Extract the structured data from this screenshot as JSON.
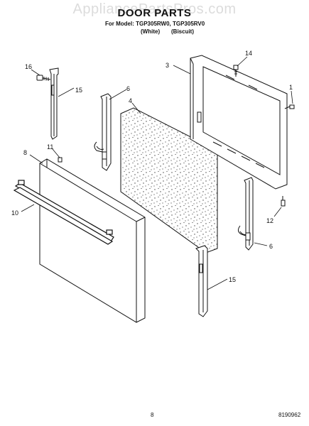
{
  "watermark": "AppliancePartsPros.com",
  "title": "DOOR PARTS",
  "model_line": "For Model: TGP305RW0, TGP305RV0",
  "finishes": [
    "(White)",
    "(Biscuit)"
  ],
  "callouts": {
    "c16": "16",
    "c15a": "15",
    "c6a": "6",
    "c4": "4",
    "c3": "3",
    "c14": "14",
    "c1": "1",
    "c8": "8",
    "c11": "11",
    "c10": "10",
    "c12": "12",
    "c6b": "6",
    "c15b": "15"
  },
  "footer": {
    "page_number": "8",
    "doc_number": "8190962"
  }
}
